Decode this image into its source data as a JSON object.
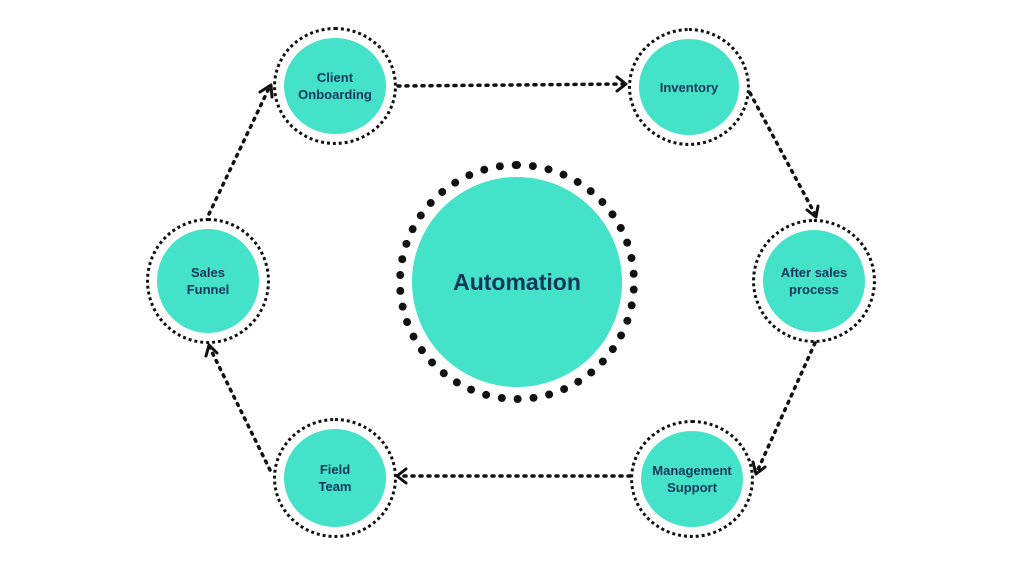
{
  "diagram": {
    "center": {
      "label": "Automation"
    },
    "nodes": [
      {
        "id": "client-onboarding",
        "label": "Client\nOnboarding"
      },
      {
        "id": "inventory",
        "label": "Inventory"
      },
      {
        "id": "after-sales-process",
        "label": "After sales\nprocess"
      },
      {
        "id": "management-support",
        "label": "Management\nSupport"
      },
      {
        "id": "field-team",
        "label": "Field\nTeam"
      },
      {
        "id": "sales-funnel",
        "label": "Sales\nFunnel"
      }
    ],
    "flow": [
      [
        "client-onboarding",
        "inventory"
      ],
      [
        "inventory",
        "after-sales-process"
      ],
      [
        "after-sales-process",
        "management-support"
      ],
      [
        "management-support",
        "field-team"
      ],
      [
        "field-team",
        "sales-funnel"
      ],
      [
        "sales-funnel",
        "client-onboarding"
      ]
    ],
    "colors": {
      "circle_fill": "#44e2c8",
      "label_text": "#14365a",
      "dotted_line": "#111111",
      "background": "#ffffff"
    }
  }
}
